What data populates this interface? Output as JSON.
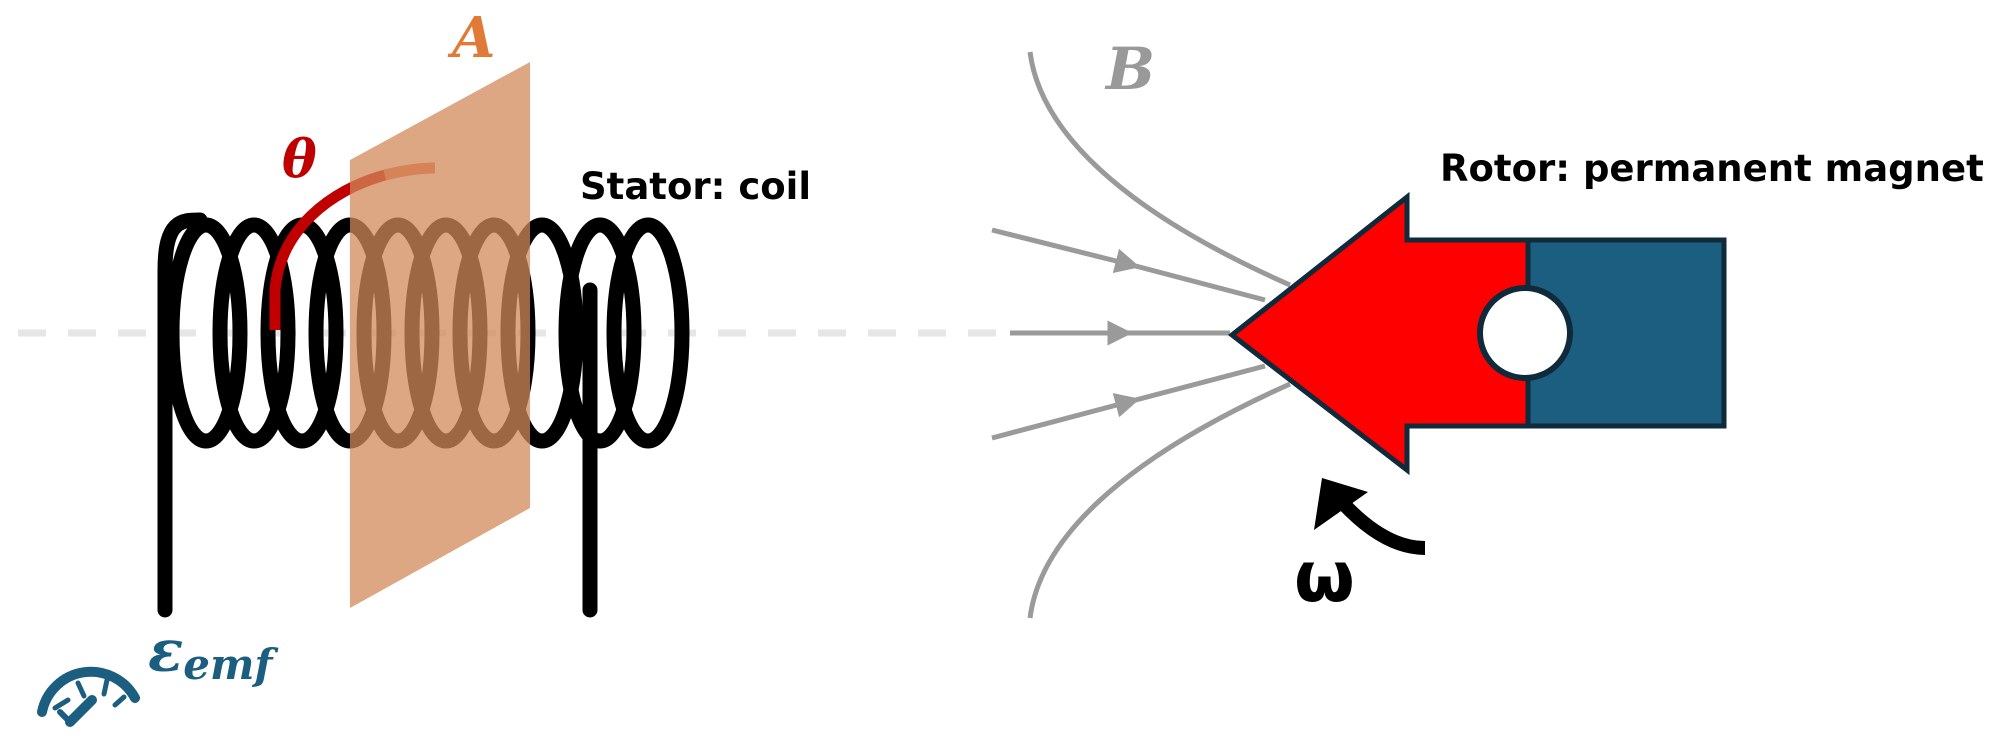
{
  "labels": {
    "area": "A",
    "angle": "θ",
    "field": "B",
    "angular_velocity": "ω",
    "stator": "Stator: coil",
    "rotor": "Rotor: permanent magnet",
    "emf_symbol": "ε",
    "emf_subscript": "emf"
  },
  "colors": {
    "coil": "#000000",
    "plane": "#d2895a",
    "area_label": "#e07a36",
    "theta": "#c00000",
    "field_lines": "#999999",
    "magnet_north": "#ff0000",
    "magnet_south": "#1b5e80",
    "magnet_outline": "#0f2a3a",
    "axis": "#e6e6e6",
    "emf": "#1b5e80"
  },
  "icons": [
    "gauge-icon",
    "rotation-arrow-icon"
  ]
}
